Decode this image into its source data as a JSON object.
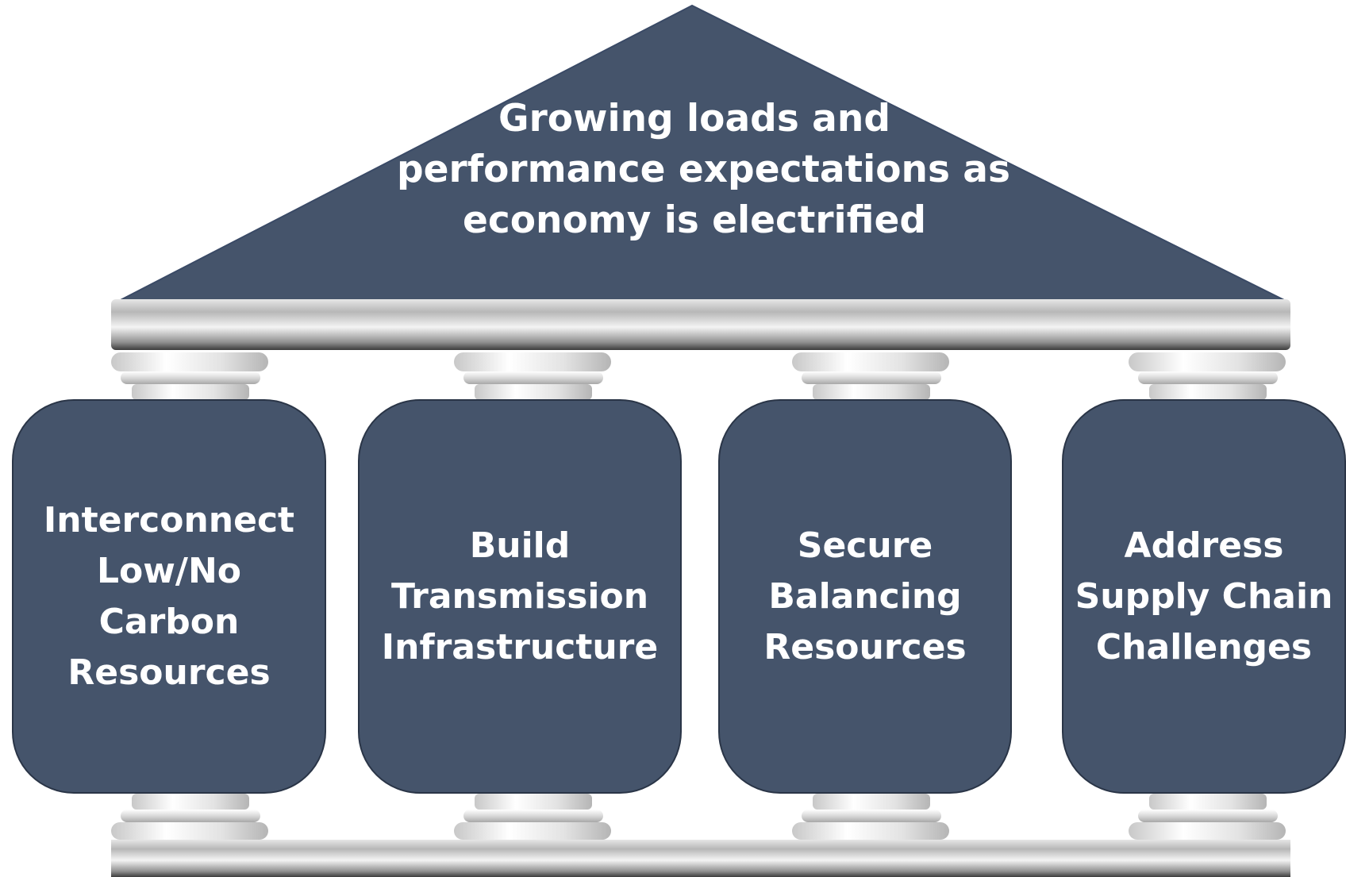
{
  "roof": {
    "lines": [
      "Growing loads and",
      "performance expectations as",
      "economy is electrified"
    ]
  },
  "pillars": [
    {
      "lines": [
        "Interconnect",
        "Low/No",
        "Carbon",
        "Resources"
      ]
    },
    {
      "lines": [
        "Build",
        "Transmission",
        "Infrastructure"
      ]
    },
    {
      "lines": [
        "Secure",
        "Balancing",
        "Resources"
      ]
    },
    {
      "lines": [
        "Address",
        "Supply Chain",
        "Challenges"
      ]
    }
  ],
  "colors": {
    "fill": "#45546b",
    "outline": "#2a3547",
    "text": "#ffffff",
    "beam": "#a9a9a9"
  }
}
